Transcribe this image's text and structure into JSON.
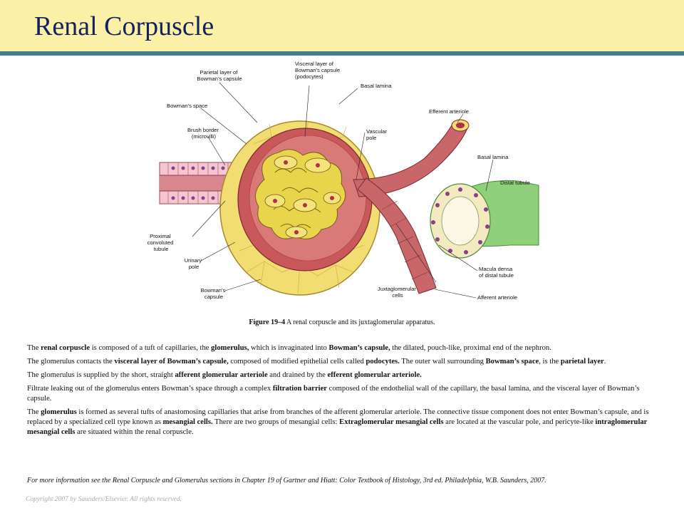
{
  "slide": {
    "title": "Renal Corpuscle"
  },
  "figure": {
    "labels": {
      "parietal": [
        "Parietal layer of",
        "Bowman’s capsule"
      ],
      "visceral": [
        "Visceral layer of",
        "Bowman’s capsule",
        "(podocytes)"
      ],
      "basal_top": "Basal lamina",
      "bowmans_space": "Bowman’s space",
      "brush_border": [
        "Brush border",
        "(microvilli)"
      ],
      "efferent": "Efferent arteriole",
      "vascular_pole": [
        "Vascular",
        "pole"
      ],
      "basal_right": "Basal lamina",
      "distal": "Distal tubule",
      "proximal": [
        "Proximal",
        "convoluted",
        "tubule"
      ],
      "urinary_pole": [
        "Urinary",
        "pole"
      ],
      "macula_densa": [
        "Macula densa",
        "of distal tubule"
      ],
      "juxtaglomerular": [
        "Juxtaglomerular",
        "cells"
      ],
      "afferent": "Afferent arteriole",
      "bowmans_capsule": [
        "Bowman’s",
        "capsule"
      ]
    },
    "caption_label": "Figure 19–4",
    "caption_text": "A renal corpuscle and its juxtaglomerular  apparatus."
  },
  "paragraphs": {
    "p1": [
      {
        "t": "The ",
        "b": false
      },
      {
        "t": "renal corpuscle",
        "b": true
      },
      {
        "t": "  is composed of a tuft of capillaries, the ",
        "b": false
      },
      {
        "t": "glomerulus,",
        "b": true
      },
      {
        "t": " which is invaginated into ",
        "b": false
      },
      {
        "t": "Bowman’s capsule,",
        "b": true
      },
      {
        "t": " the dilated, pouch-like, proximal end of the nephron.",
        "b": false
      }
    ],
    "p2": [
      {
        "t": "The glomerulus contacts the ",
        "b": false
      },
      {
        "t": "visceral layer of Bowman’s capsule,",
        "b": true
      },
      {
        "t": " composed of modified epithelial cells called ",
        "b": false
      },
      {
        "t": "podocytes.",
        "b": true
      },
      {
        "t": " The outer wall surrounding ",
        "b": false
      },
      {
        "t": "Bowman’s space",
        "b": true
      },
      {
        "t": ", is the ",
        "b": false
      },
      {
        "t": "parietal layer",
        "b": true
      },
      {
        "t": ".",
        "b": false
      }
    ],
    "p3": [
      {
        "t": "The glomerulus is supplied by the short, straight ",
        "b": false
      },
      {
        "t": "afferent glomerular arteriole",
        "b": true
      },
      {
        "t": " and drained by the ",
        "b": false
      },
      {
        "t": "efferent glomerular arteriole.",
        "b": true
      }
    ],
    "p4": [
      {
        "t": "Filtrate leaking out of the glomerulus enters Bowman’s space through a complex ",
        "b": false
      },
      {
        "t": "filtration barrier",
        "b": true
      },
      {
        "t": " composed of the endothelial wall of the capillary, the basal lamina, and the visceral layer of Bowman’s capsule.",
        "b": false
      }
    ],
    "p5": [
      {
        "t": "The ",
        "b": false
      },
      {
        "t": "glomerulus",
        "b": true
      },
      {
        "t": " is formed as several tufts of anastomosing capillaries that arise from branches of the afferent glomerular arteriole.  The connective tissue component does not enter Bowman’s capsule, and is replaced by a specialized cell type known as ",
        "b": false
      },
      {
        "t": "mesangial cells.",
        "b": true
      },
      {
        "t": " There are two groups of mesangial cells: ",
        "b": false
      },
      {
        "t": "Extraglomerular mesangial cells",
        "b": true
      },
      {
        "t": " are located at the vascular pole, and pericyte-like ",
        "b": false
      },
      {
        "t": "intraglomerular mesangial cells",
        "b": true
      },
      {
        "t": " are situated within the renal corpuscle.",
        "b": false
      }
    ]
  },
  "footer": {
    "note": "For more information see the  Renal Corpuscle and Glomerulus sections  in Chapter 19 of Gartner and Hiatt: Color Textbook of Histology, 3rd ed. Philadelphia, W.B. Saunders, 2007.",
    "copyright": "Copyright 2007 by Saunders/Elsevier.  All rights reserved."
  },
  "colors": {
    "title": "#14215e",
    "header_bg": "#faf1a6",
    "header_rule": "#3f7f8e",
    "capsule_yellow": "#f2dd72",
    "capillary_yellow": "#e8d54c",
    "wall_red": "#c9585a",
    "arteriole_pink": "#c8666a",
    "distal_green": "#8fd07a",
    "tubule_pink": "#f2b8c2"
  }
}
